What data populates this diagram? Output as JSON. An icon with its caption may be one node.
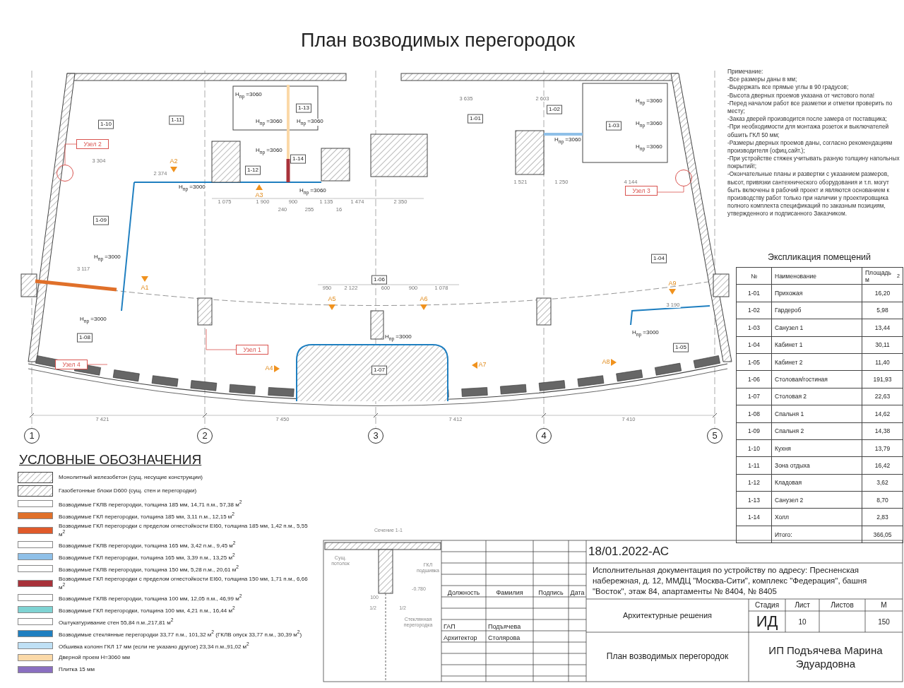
{
  "diagram": {
    "title": "План возводимых перегородок",
    "nodes": [
      {
        "text": [
          "Узел 2"
        ]
      },
      {
        "text": [],
        "shape": "circle"
      },
      {
        "text": [
          "Узел 3"
        ]
      },
      {
        "text": [],
        "shape": "circle"
      },
      {
        "text": [
          "Узел 1"
        ]
      },
      {
        "text": [
          "Узел 4"
        ]
      }
    ],
    "edges": [
      {
        "from": 0,
        "to": 1,
        "arrow": "none"
      },
      {
        "from": 2,
        "to": 3,
        "arrow": "none"
      },
      {
        "from": 4,
        "to": null,
        "arrow": "none"
      },
      {
        "from": 5,
        "to": null,
        "arrow": "none"
      }
    ],
    "labels": [
      "1-10",
      "1-11",
      "1-13",
      "1-12",
      "1-14",
      "1-01",
      "1-02",
      "1-03",
      "1-09",
      "1-06",
      "1-04",
      "1-08",
      "1-07",
      "1-05",
      "H$_{пр}$ =3060",
      "H$_{пр}$ =3060",
      "H$_{пр}$ =3060",
      "H$_{пр}$ =3060",
      "H$_{пр}$ =3060",
      "H$_{пр}$ =3060",
      "H$_{пр}$ =3060",
      "H$_{пр}$ =3060",
      "H$_{пр}$ =3060",
      "H$_{пр}$ =3000",
      "H$_{пр}$ =3000",
      "H$_{пр}$ =3000",
      "H$_{пр}$ =3000",
      "H$_{пр}$ =3000",
      "А2",
      "А3",
      "А1",
      "А5",
      "А6",
      "А4",
      "А7",
      "А8",
      "А9",
      "1",
      "2",
      "3",
      "4",
      "5",
      "7 421",
      "7 450",
      "7 412",
      "7 410",
      "1 075",
      "1 900",
      "900",
      "1 135",
      "1 474",
      "2 350",
      "240",
      "255",
      "16",
      "2 374",
      "3 304",
      "3 117",
      "950",
      "2 122",
      "600",
      "900",
      "1 078",
      "3 635",
      "2 603",
      "1 521",
      "1 250",
      "4 144",
      "3 190",
      "Сечение 1-1",
      "Сущ. потолок",
      "ГКЛ подшивка",
      "-0.780",
      "100",
      "1/2",
      "1/2",
      "Стеклянная перегородка",
      "УСЛОВНЫЕ ОБОЗНАЧЕНИЯ",
      "Примечание:",
      "-Все размеры даны в мм;",
      "-Выдержать все прямые углы в 90 градусов;",
      "-Высота дверных проемов указана от чистового пола!",
      "-Перед началом работ все разметки и отметки проверить по месту;",
      "-Заказ дверей производится после замера от поставщика;",
      "-При необходимости для монтажа розеток и выключателей обшить ГКЛ 50 мм;",
      "-Размеры дверных проемов даны, согласно рекомендациям производителя (офиц.сайт.);",
      "-При устройстве стяжек учитывать разную толщину напольных покрытий!;",
      "-Окончательные планы и развертки с указанием размеров, высот, привязки сантехнического оборудования и т.п. могут быть включены в рабочий проект и являются основанием к производству работ только при наличии у проектировщика полного комплекта спецификаций по заказным позициям, утвержденного и подписанного Заказчиком.",
      "Экспликация помещений",
      "№",
      "Наименование",
      "Площадь м$^{2}$",
      "1-01",
      "Прихожая",
      "16,20",
      "1-02",
      "Гардероб",
      "5,98",
      "1-03",
      "Санузел 1",
      "13,44",
      "1-04",
      "Кабинет 1",
      "30,11",
      "1-05",
      "Кабинет 2",
      "11,40",
      "1-06",
      "Столовая/гостиная",
      "191,93",
      "1-07",
      "Столовая 2",
      "22,63",
      "1-08",
      "Спальня 1",
      "14,62",
      "1-09",
      "Спальня 2",
      "14,38",
      "1-10",
      "Кухня",
      "13,79",
      "1-11",
      "Зона отдыха",
      "16,42",
      "1-12",
      "Кладовая",
      "3,62",
      "1-13",
      "Санузел 2",
      "8,70",
      "1-14",
      "Холл",
      "2,83",
      "Итого:",
      "366,05",
      "18/01.2022-АС",
      "Исполнительная документация по устройству по адресу: Пресненская набережная, д. 12, ММДЦ \"Москва-Сити\", комплекс \"Федерация\", башня \"Восток\", этаж 84, апартаменты № 8404, № 8405",
      "Должность",
      "Фамилия",
      "Подпись",
      "Дата",
      "ГАП",
      "Подъячева",
      "Архитектор",
      "Столярова",
      "Архитектурные решения",
      "Стадия",
      "Лист",
      "Листов",
      "М",
      "ИД",
      "10",
      "150",
      "План возводимых перегородок",
      "ИП Подъячева Марина Эдуардовна"
    ],
    "legend": [
      {
        "text": "Монолитный железобетон (сущ. несущие конструкции)"
      },
      {
        "text": "Газобетонные блоки D600 (сущ. стен и перегородки)"
      },
      {
        "text": "Возводимые ГКЛВ перегородки, толщина 185 мм, 14,71 п.м., 57,38 м$^{2}$",
        "color": "#ffffff"
      },
      {
        "text": "Возводимые ГКЛ перегородки, толщина 185 мм, 3,11 п.м., 12,15 м$^{2}$",
        "color": "#e0702a"
      },
      {
        "text": "Возводимые ГКЛ перегородки с пределом огнестойкости EI60, толщина 185 мм, 1,42 п.м., 5,55 м$^{2}$",
        "color": "#e05a2a"
      },
      {
        "text": "Возводимые ГКЛВ перегородки, толщина 165 мм, 3,42 п.м., 9,45 м$^{2}$",
        "color": "#ffffff"
      },
      {
        "text": "Возводимые ГКЛ перегородки, толщина 165 мм, 3,39 п.м., 13,25 м$^{2}$",
        "color": "#8fc0e8"
      },
      {
        "text": "Возводимые ГКЛВ перегородки, толщина 150 мм, 5,28 п.м., 20,61 м$^{2}$",
        "color": "#ffffff"
      },
      {
        "text": "Возводимые ГКЛ перегородки с пределом огнестойкости EI60, толщина 150 мм, 1,71 п.м., 6,66 м$^{2}$",
        "color": "#a8323a"
      },
      {
        "text": "Возводимые ГКЛВ перегородки, толщина 100 мм, 12,05 п.м., 46,99 м$^{2}$",
        "color": "#ffffff"
      },
      {
        "text": "Возводимые ГКЛ перегородки, толщина 100 мм, 4,21 п.м., 16,44 м$^{2}$",
        "color": "#7fd3d3"
      },
      {
        "text": "Оштукатуривание стен 55,84 п.м.,217,81 м$^{2}$",
        "color": "#ffffff"
      },
      {
        "text": "Возводимые стеклянные перегородки 33,77 п.м., 101,32 м$^{2}$ (ГКЛВ опуск 33,77 п.м., 30,39 м$^{2}$)",
        "color": "#1f7fc0"
      },
      {
        "text": "Обшивка колонн ГКЛ 17 мм (если не указано другое) 23,34 п.м.,91,02 м$^{2}$",
        "color": "#bfe0f5"
      },
      {
        "text": "Дверной проем H=3060 мм",
        "color": "#fbd9a8"
      },
      {
        "text": "Плитка 15 мм",
        "color": "#8a6fc0"
      }
    ]
  }
}
